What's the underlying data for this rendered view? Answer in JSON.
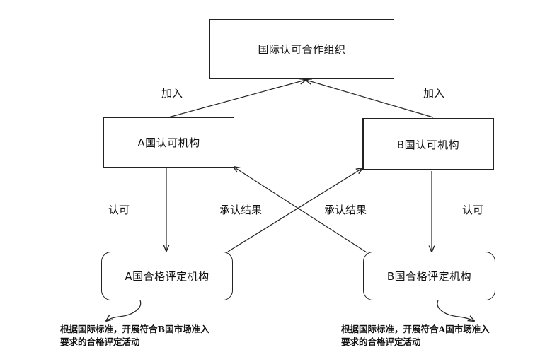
{
  "nodes": {
    "top": "国际认可合作组织",
    "a_accredit": "A国认可机构",
    "b_accredit": "B国认可机构",
    "a_conform": "A国合格评定机构",
    "b_conform": "B国合格评定机构"
  },
  "edges": {
    "join_left": "加入",
    "join_right": "加入",
    "accredit_left": "认可",
    "accredit_right": "认可",
    "recognize_left": "承认结果",
    "recognize_right": "承认结果"
  },
  "notes": {
    "a_line1": "根据国际标准，开展符合B国市场准入",
    "a_line2": "要求的合格评定活动",
    "b_line1": "根据国际标准，开展符合A国市场准入",
    "b_line2": "要求的合格评定活动"
  }
}
